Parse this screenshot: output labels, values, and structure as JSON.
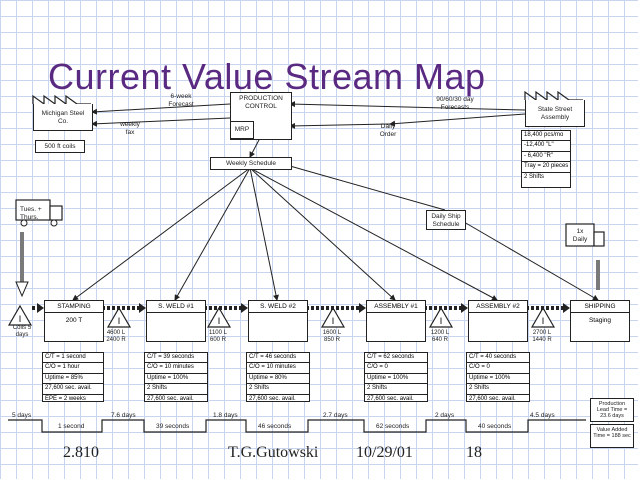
{
  "title": "Current Value Stream Map",
  "supplier": {
    "name": "Michigan Steel Co.",
    "data": "500 ft coils",
    "truck_label": "Tues. + Thurs."
  },
  "forecast_supplier": "6-week Forecast",
  "weekly_fax": "weekly fax",
  "production_control": {
    "title": "PRODUCTION CONTROL",
    "mrp": "MRP"
  },
  "customer_forecast": "90/60/30 day Forecasts",
  "daily_order": "Daily Order",
  "customer": {
    "name": "State Street Assembly",
    "data": [
      "18,400 pcs/mo",
      "-12,400 \"L\"",
      "- 6,400 \"R\"",
      "Tray = 20 pieces",
      "2 Shifts"
    ],
    "truck_label": "1x Daily"
  },
  "weekly_schedule": "Weekly Schedule",
  "daily_ship_schedule": "Daily Ship Schedule",
  "raw_inventory": "Coils 5 days",
  "processes": [
    {
      "name": "STAMPING",
      "operator": "200 T",
      "data": [
        "C/T = 1 second",
        "C/O = 1 hour",
        "Uptime = 85%",
        "27,600 sec. avail.",
        "EPE = 2 weeks"
      ]
    },
    {
      "name": "S. WELD #1",
      "operator": "",
      "data": [
        "C/T = 39 seconds",
        "C/O = 10 minutes",
        "Uptime = 100%",
        "2 Shifts",
        "27,600 sec. avail."
      ]
    },
    {
      "name": "S. WELD #2",
      "operator": "",
      "data": [
        "C/T = 46 seconds",
        "C/O = 10 minutes",
        "Uptime = 80%",
        "2 Shifts",
        "27,600 sec. avail."
      ]
    },
    {
      "name": "ASSEMBLY #1",
      "operator": "",
      "data": [
        "C/T = 62 seconds",
        "C/O = 0",
        "Uptime = 100%",
        "2 Shifts",
        "27,600 sec. avail."
      ]
    },
    {
      "name": "ASSEMBLY #2",
      "operator": "",
      "data": [
        "C/T = 40 seconds",
        "C/O = 0",
        "Uptime = 100%",
        "2 Shifts",
        "27,600 sec. avail."
      ]
    },
    {
      "name": "SHIPPING",
      "operator": "Staging",
      "data": []
    }
  ],
  "inventories": [
    "4600 L 2400 R",
    "1100 L 600 R",
    "1600 L 850 R",
    "1200 L 640 R",
    "2700 L 1440 R"
  ],
  "timeline": {
    "days": [
      "5 days",
      "7.6 days",
      "1.8 days",
      "2.7 days",
      "2 days",
      "4.5 days"
    ],
    "seconds": [
      "1 second",
      "39 seconds",
      "46 seconds",
      "62 seconds",
      "40 seconds"
    ],
    "lead_time": "Production Lead Time = 23.6 days",
    "value_added": "Value Added Time = 188 sec"
  },
  "footer": {
    "course": "2.810",
    "author": "T.G.Gutowski",
    "date": "10/29/01",
    "page": "18"
  }
}
